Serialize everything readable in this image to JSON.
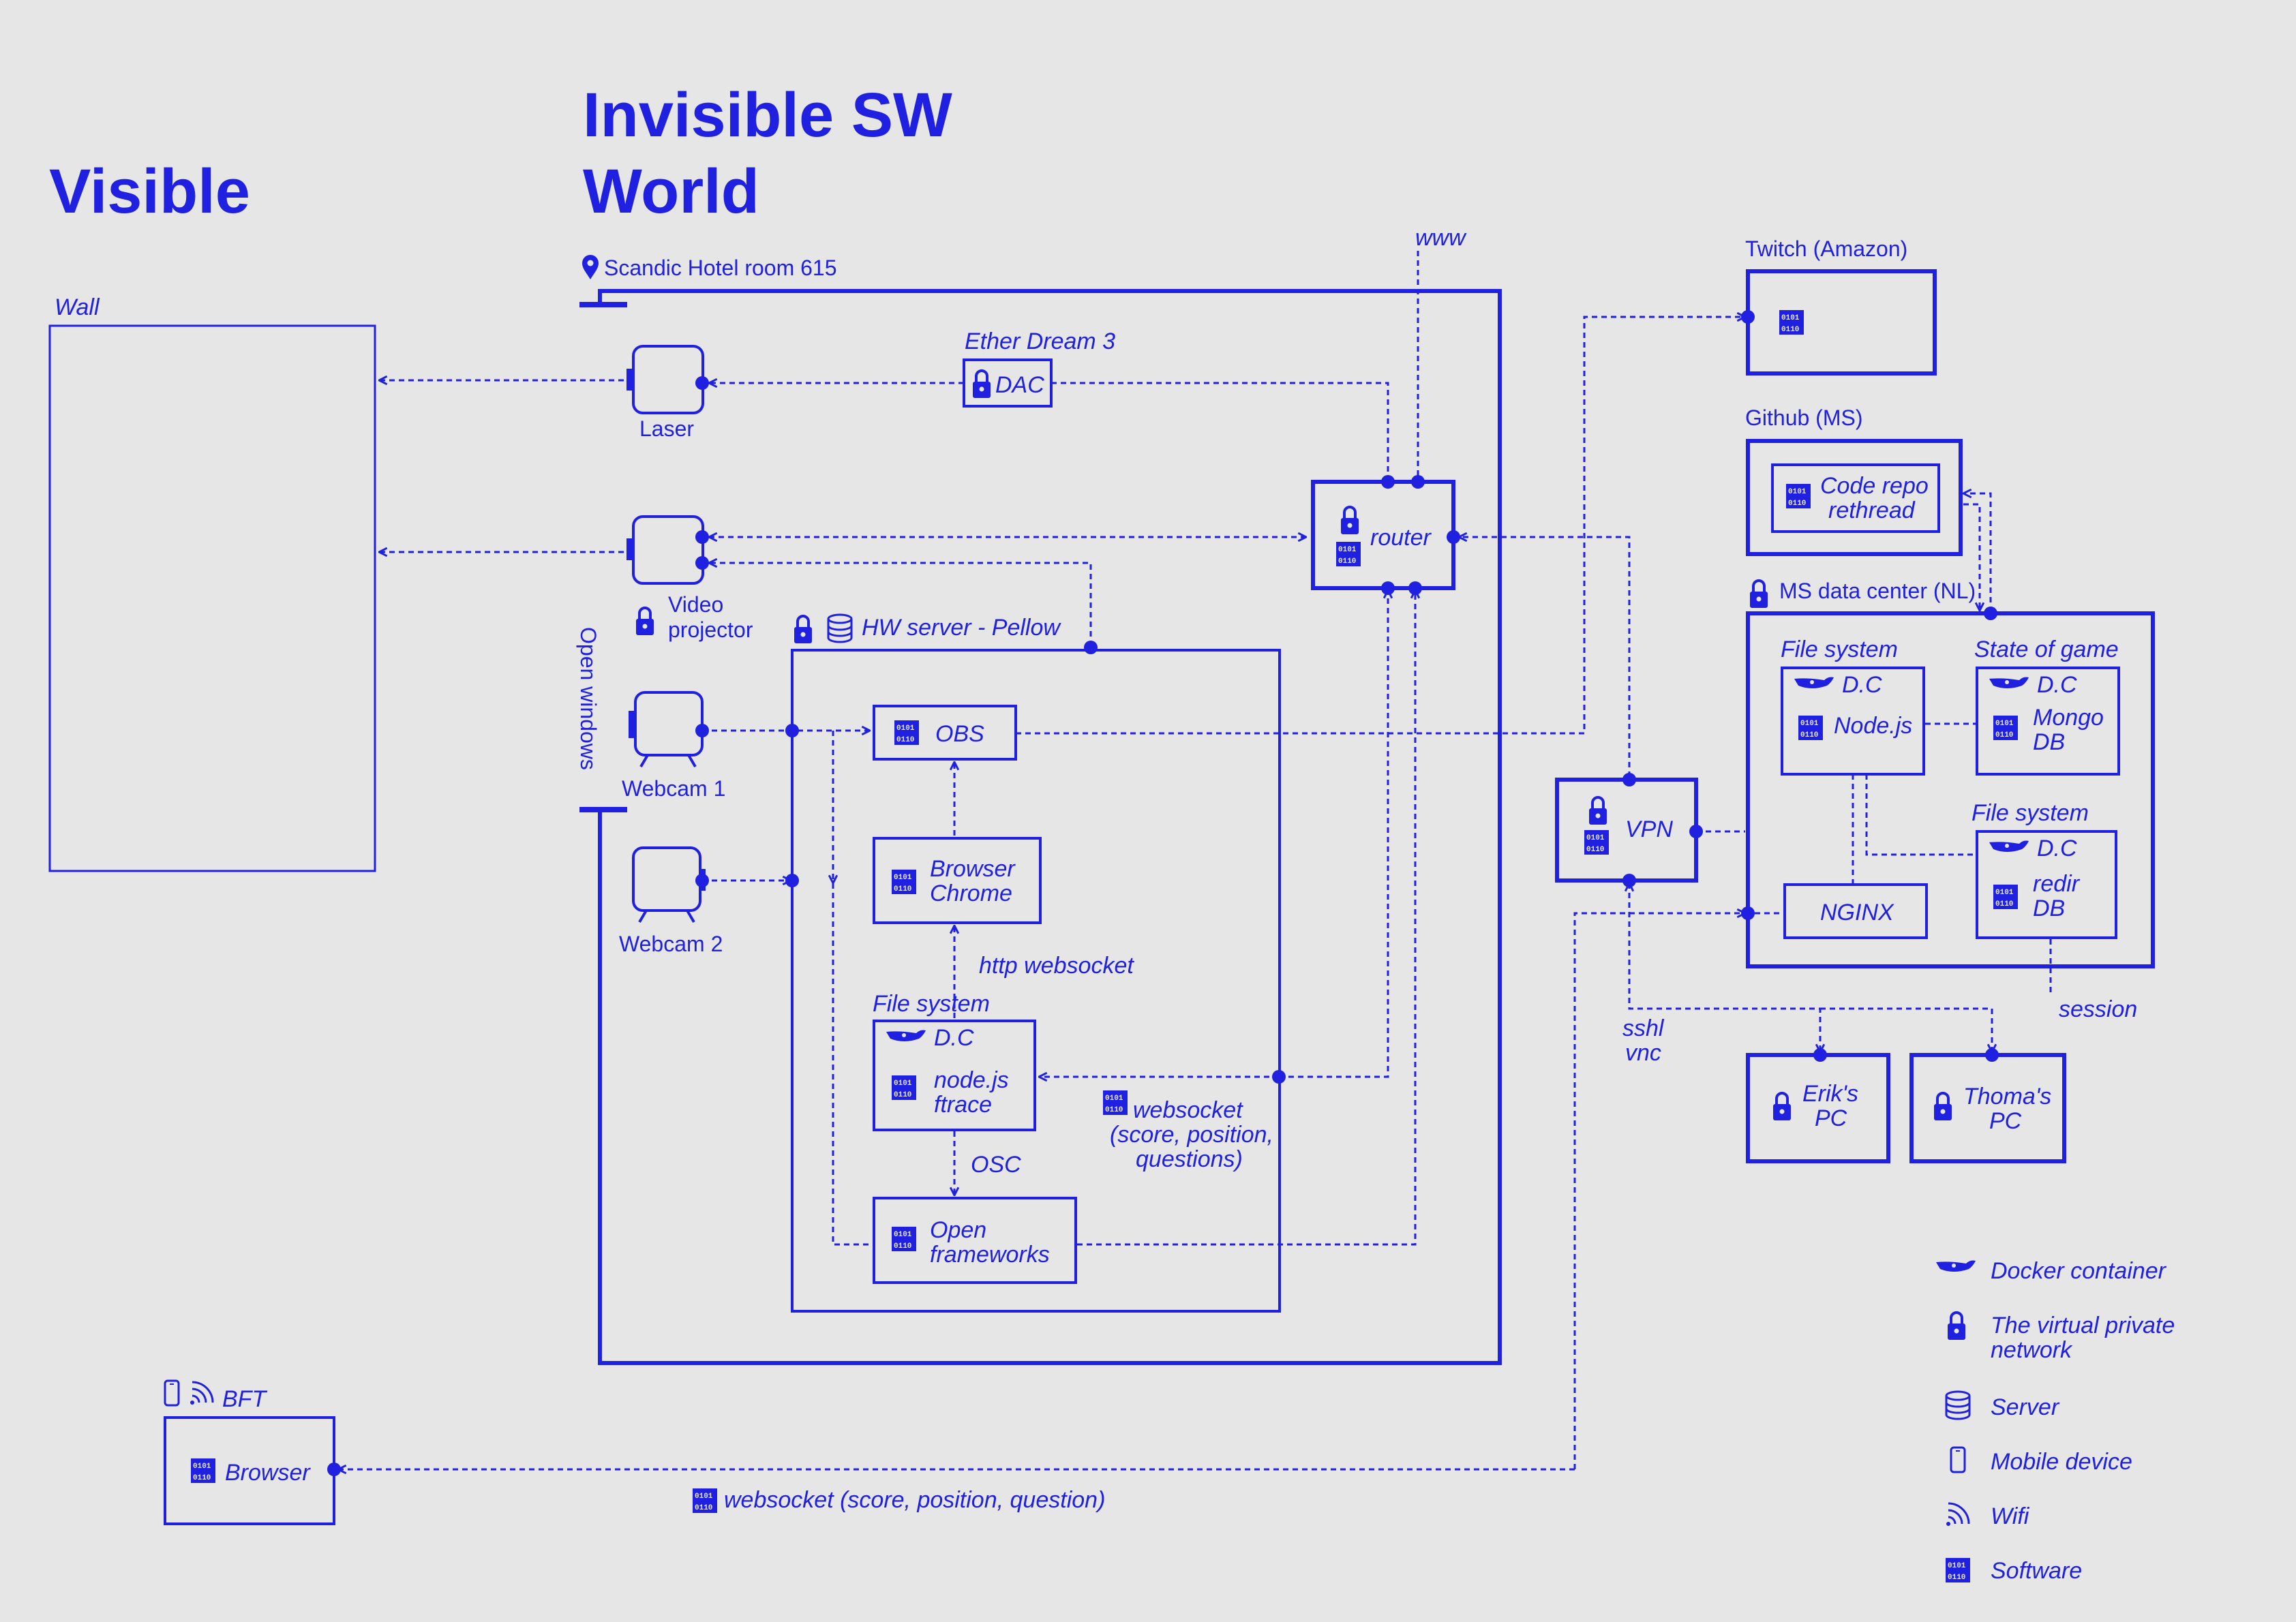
{
  "headings": {
    "visible": "Visible",
    "invisible_line1": "Invisible SW",
    "invisible_line2": "World"
  },
  "wall": {
    "label": "Wall"
  },
  "hotel": {
    "label": "Scandic Hotel room 615",
    "www": "www",
    "open_windows": "Open windows"
  },
  "devices": {
    "laser": "Laser",
    "projector_line1": "Video",
    "projector_line2": "projector",
    "webcam1": "Webcam 1",
    "webcam2": "Webcam 2"
  },
  "dac": {
    "caption": "Ether Dream 3",
    "label": "DAC"
  },
  "router": {
    "label": "router"
  },
  "server": {
    "label": "HW server - Pellow"
  },
  "apps": {
    "obs": "OBS",
    "browser_line1": "Browser",
    "browser_line2": "Chrome",
    "http_ws": "http websocket",
    "fs": "File system",
    "dc": "D.C",
    "node_line1": "node.js",
    "node_line2": "ftrace",
    "osc": "OSC",
    "of_line1": "Open",
    "of_line2": "frameworks",
    "ws_line1": "websocket",
    "ws_line2": "(score, position,",
    "ws_line3": "questions)"
  },
  "vpn": {
    "label": "VPN",
    "ssh": "sshl",
    "vnc": "vnc"
  },
  "twitch": {
    "label": "Twitch (Amazon)"
  },
  "github": {
    "label": "Github (MS)",
    "repo_line1": "Code repo",
    "repo_line2": "rethread"
  },
  "ms": {
    "label": "MS data center (NL)",
    "fs1": "File system",
    "state": "State of game",
    "dc": "D.C",
    "nodejs": "Node.js",
    "mongo_line1": "Mongo",
    "mongo_line2": "DB",
    "fs2": "File system",
    "redir_line1": "redir",
    "redir_line2": "DB",
    "nginx": "NGINX",
    "session": "session"
  },
  "pcs": {
    "erik_line1": "Erik's",
    "erik_line2": "PC",
    "thomas_line1": "Thoma's",
    "thomas_line2": "PC"
  },
  "bft": {
    "label": "BFT",
    "browser": "Browser",
    "ws": "websocket (score, position, question)"
  },
  "legend": {
    "docker": "Docker container",
    "vpn_line1": "The virtual private",
    "vpn_line2": "network",
    "server": "Server",
    "mobile": "Mobile device",
    "wifi": "Wifi",
    "software": "Software"
  },
  "colors": {
    "ink": "#1f20e0",
    "background": "#e6e6e6"
  }
}
